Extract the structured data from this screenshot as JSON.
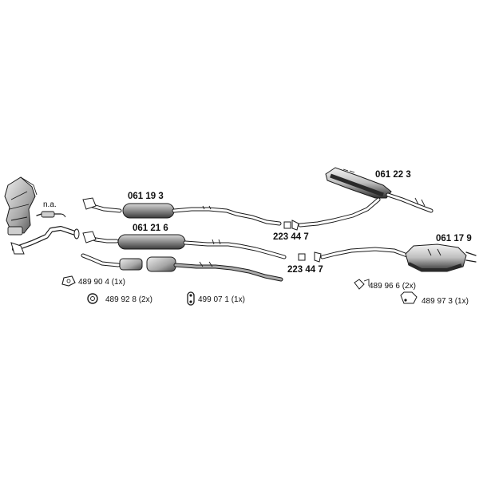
{
  "parts": {
    "front_muffler_upper": "061 19 3",
    "front_muffler_lower": "061 21 6",
    "clamp_upper": "223 44 7",
    "clamp_lower": "223 44 7",
    "rear_muffler_top": "061 22 3",
    "rear_muffler_bottom": "061 17 9",
    "sensor_note": "n.a."
  },
  "accessories": [
    {
      "code": "489 90 4",
      "qty": "(1x)"
    },
    {
      "code": "489 92 8",
      "qty": "(2x)"
    },
    {
      "code": "499 07 1",
      "qty": "(1x)"
    },
    {
      "code": "489 96 6",
      "qty": "(2x)"
    },
    {
      "code": "489 97 3",
      "qty": "(1x)"
    }
  ],
  "colors": {
    "line": "#1a1a1a",
    "shade": "#9a9a9a",
    "dark": "#3a3a3a",
    "light": "#e6e6e6"
  }
}
